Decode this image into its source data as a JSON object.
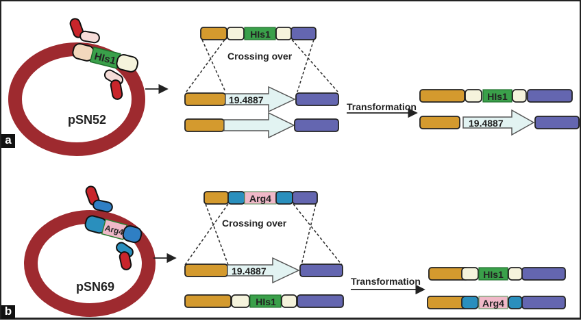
{
  "figure": {
    "panels": [
      {
        "tag": "a",
        "plasmid": {
          "name": "pSN52",
          "insert_label": "HIs1"
        },
        "donor": {
          "label": "HIs1",
          "crossing_label": "Crossing over"
        },
        "target_rows": [
          {
            "label": "19.4887"
          },
          {
            "label": ""
          }
        ],
        "transformation_label": "Transformation",
        "result_rows": [
          {
            "label": "HIs1"
          },
          {
            "label": "19.4887"
          }
        ]
      },
      {
        "tag": "b",
        "plasmid": {
          "name": "pSN69",
          "insert_label": "Arg4"
        },
        "donor": {
          "label": "Arg4",
          "crossing_label": "Crossing over"
        },
        "target_rows": [
          {
            "label": "19.4887"
          },
          {
            "label": "HIs1"
          }
        ],
        "transformation_label": "Transformation",
        "result_rows": [
          {
            "label": "HIs1"
          },
          {
            "label": "Arg4"
          }
        ]
      }
    ],
    "colors": {
      "plasmid_ring": "#9e2a2f",
      "homology_left": "#d49a2e",
      "homology_right": "#6466b0",
      "his_marker": "#3aa04a",
      "arg_marker": "#f0b8c8",
      "his_flank": "#f5f3dc",
      "arg_flank": "#2a8fbd",
      "arrow_fill": "#e2f3f2",
      "primer_red": "#c8252b",
      "primer_pink": "#f6dcd8",
      "primer_blue": "#2f7fc4"
    }
  }
}
